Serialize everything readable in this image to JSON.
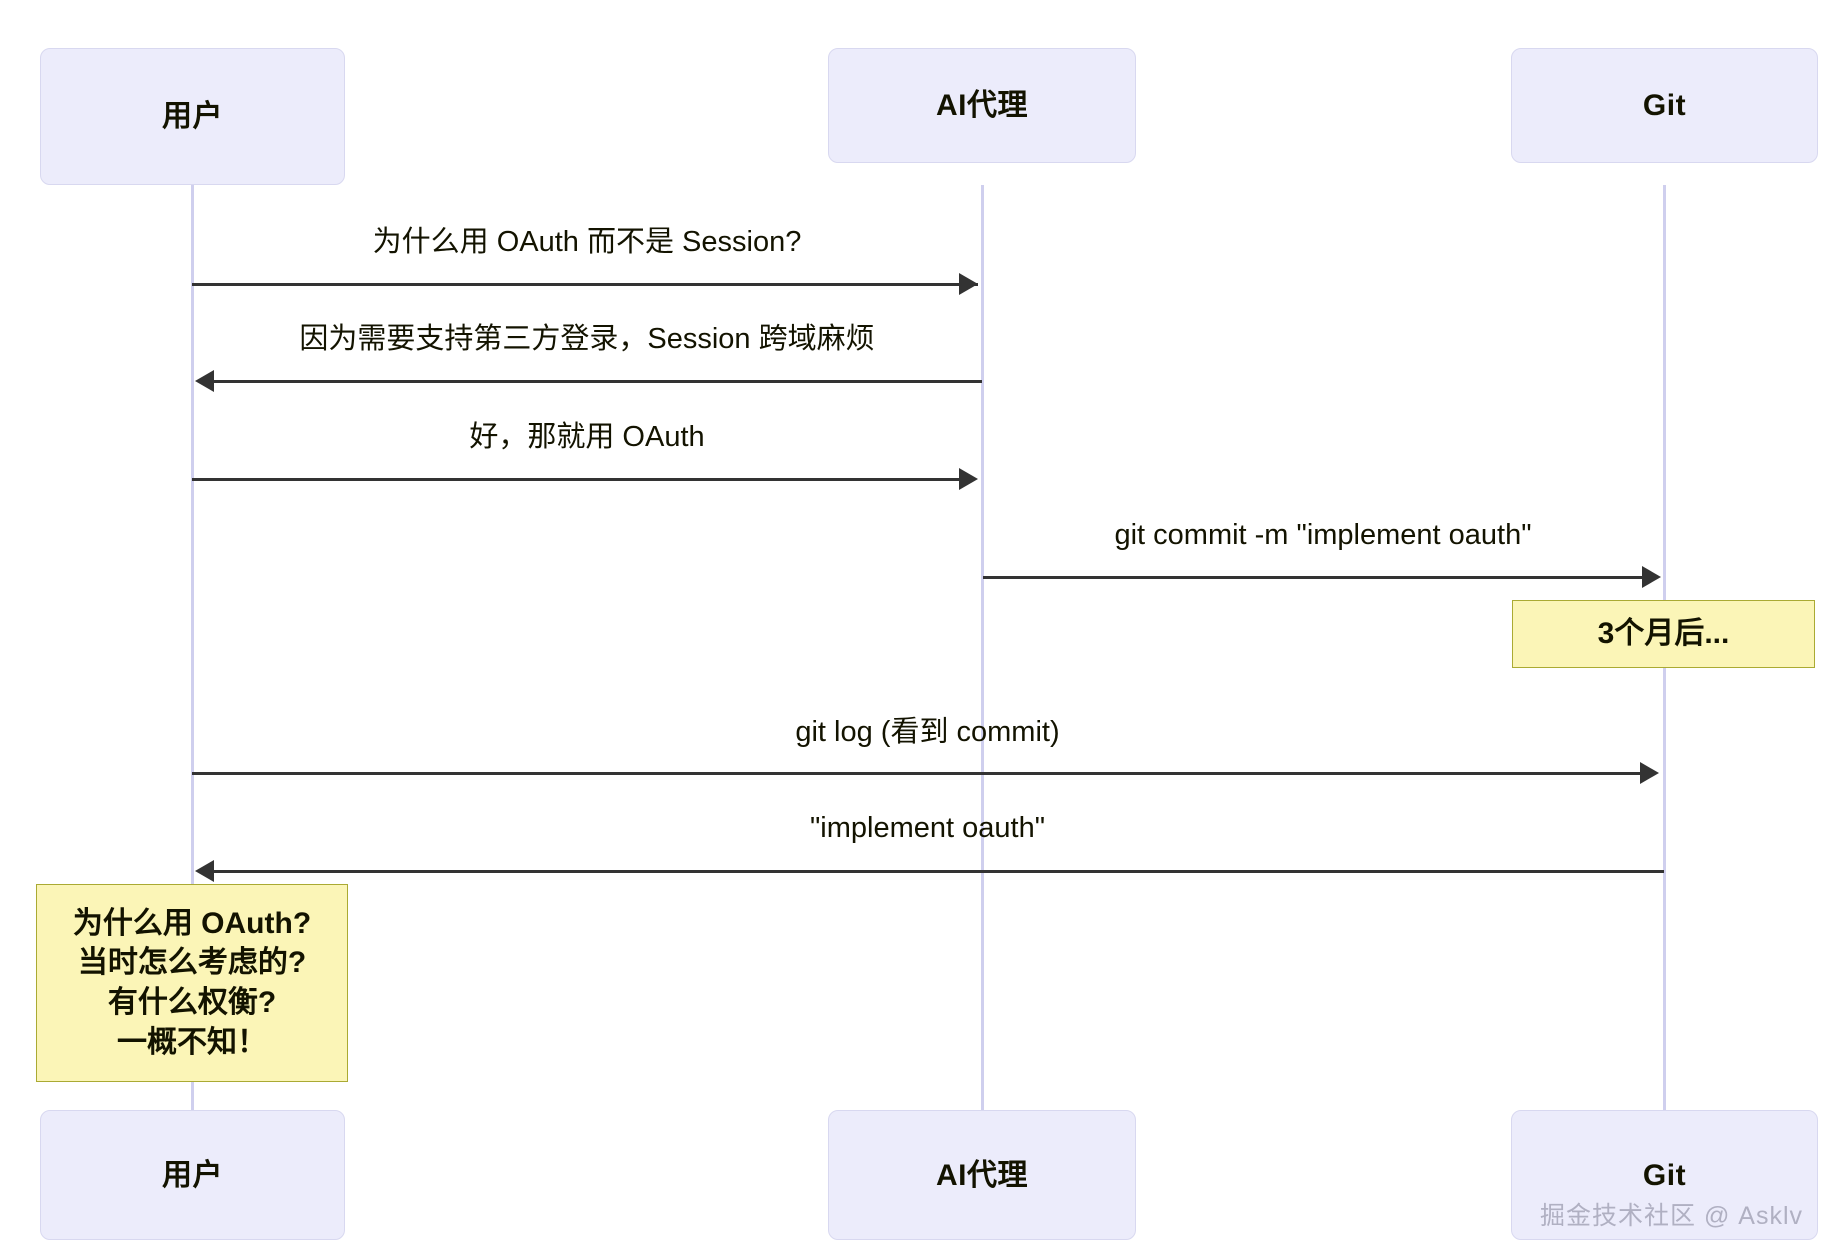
{
  "diagram": {
    "type": "sequence-diagram",
    "title": "",
    "background": "#ffffff",
    "colors": {
      "actor_fill": "#ECECFB",
      "actor_border": "#D8D8F0",
      "lifeline": "#CFCFEE",
      "arrow": "#333333",
      "note_fill": "#FBF5B7",
      "note_border": "#AAAA33",
      "text": "#131300",
      "watermark": "#9c9cb0"
    }
  },
  "actors": [
    {
      "id": "user",
      "label": "用户"
    },
    {
      "id": "agent",
      "label": "AI代理"
    },
    {
      "id": "git",
      "label": "Git"
    }
  ],
  "actors_bottom": [
    {
      "id": "user",
      "label": "用户"
    },
    {
      "id": "agent",
      "label": "AI代理"
    },
    {
      "id": "git",
      "label": "Git"
    }
  ],
  "messages": [
    {
      "index": 1,
      "from": "user",
      "to": "agent",
      "direction": "right",
      "label": "为什么用 OAuth 而不是 Session?"
    },
    {
      "index": 2,
      "from": "agent",
      "to": "user",
      "direction": "left",
      "label": "因为需要支持第三方登录，Session 跨域麻烦"
    },
    {
      "index": 3,
      "from": "user",
      "to": "agent",
      "direction": "right",
      "label": "好，那就用 OAuth"
    },
    {
      "index": 4,
      "from": "agent",
      "to": "git",
      "direction": "right",
      "label": "git commit -m \"implement oauth\""
    },
    {
      "index": 5,
      "from": "user",
      "to": "git",
      "direction": "right",
      "label": "git log (看到 commit)"
    },
    {
      "index": 6,
      "from": "git",
      "to": "user",
      "direction": "left",
      "label": "\"implement oauth\""
    }
  ],
  "notes": [
    {
      "id": "note-three-months",
      "over": "git",
      "lines": [
        "3个月后..."
      ],
      "bold": true
    },
    {
      "id": "note-unknown",
      "over": "user",
      "lines": [
        "为什么用 OAuth?",
        "当时怎么考虑的?",
        "有什么权衡?",
        "一概不知！"
      ],
      "bold": true
    }
  ],
  "watermark": {
    "text": "掘金技术社区 @ Asklv"
  }
}
